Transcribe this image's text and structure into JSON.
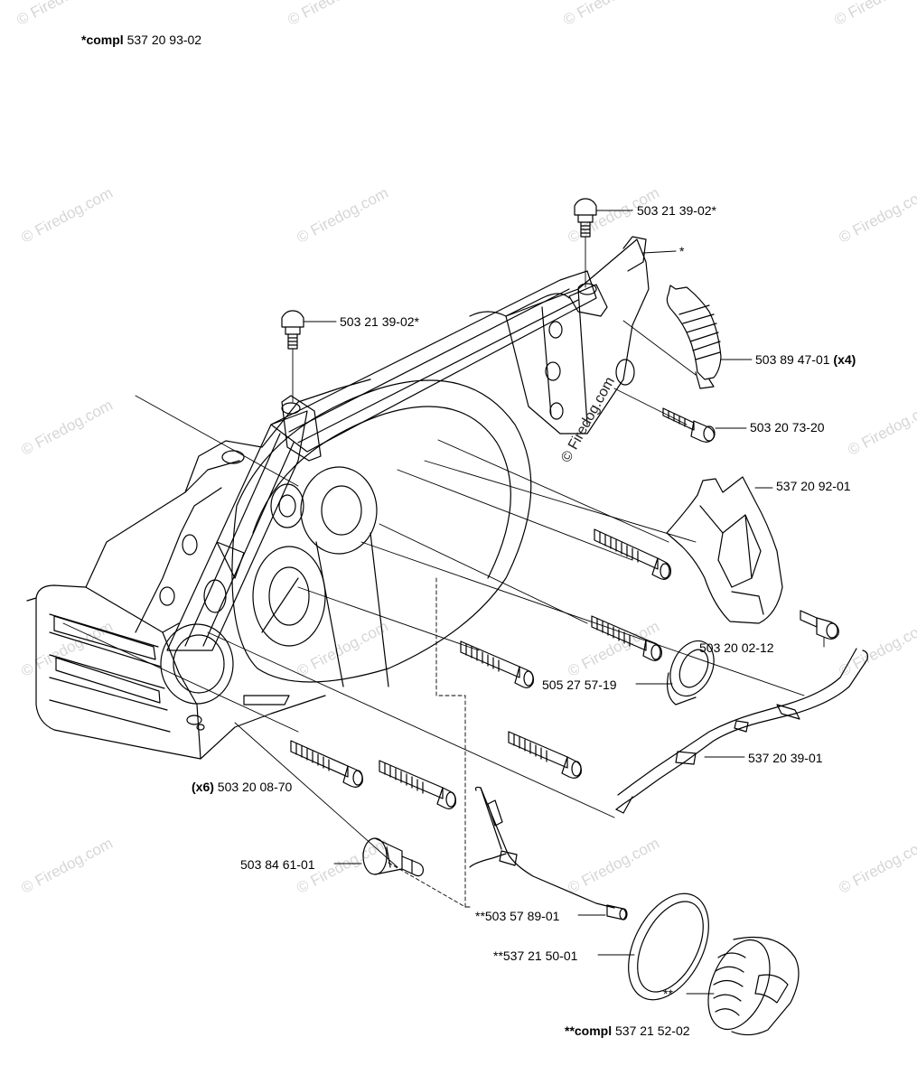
{
  "header": {
    "prefix": "*compl",
    "part": "537 20 93-02"
  },
  "watermark": {
    "text": "© Firedog.com"
  },
  "labels": {
    "bolt_top_right": "503 21 39-02*",
    "bolt_top_left": "503 21 39-02*",
    "star_mark": "*",
    "chain_catcher": "503 89 47-01",
    "chain_catcher_qty": "(x4)",
    "screw_1": "503 20 73-20",
    "oil_guard": "537 20 92-01",
    "screw_2": "503 20 02-12",
    "seal_1": "505 27 57-19",
    "guide_rail": "537 20 39-01",
    "screw_set_qty": "(x6)",
    "screw_set": "503 20 08-70",
    "plug": "503 84 61-01",
    "oil_pipe": "**503 57 89-01",
    "oring": "**537 21 50-01",
    "cap_mark": "**"
  },
  "footer": {
    "prefix": "**compl",
    "part": "537 21 52-02"
  },
  "colors": {
    "line": "#000000",
    "background": "#ffffff",
    "watermark": "#d6d6d6"
  }
}
